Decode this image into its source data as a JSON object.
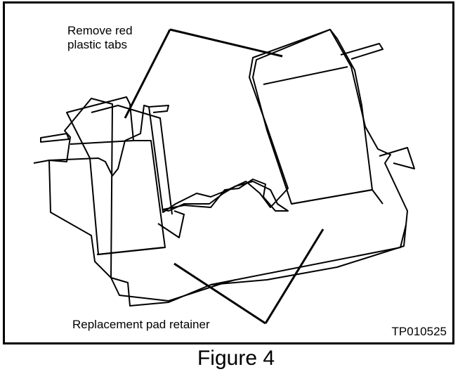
{
  "figure": {
    "caption": "Figure 4",
    "code": "TP010525",
    "callouts": {
      "remove_tabs": "Remove red\nplastic tabs",
      "retainer": "Replacement pad retainer"
    }
  }
}
